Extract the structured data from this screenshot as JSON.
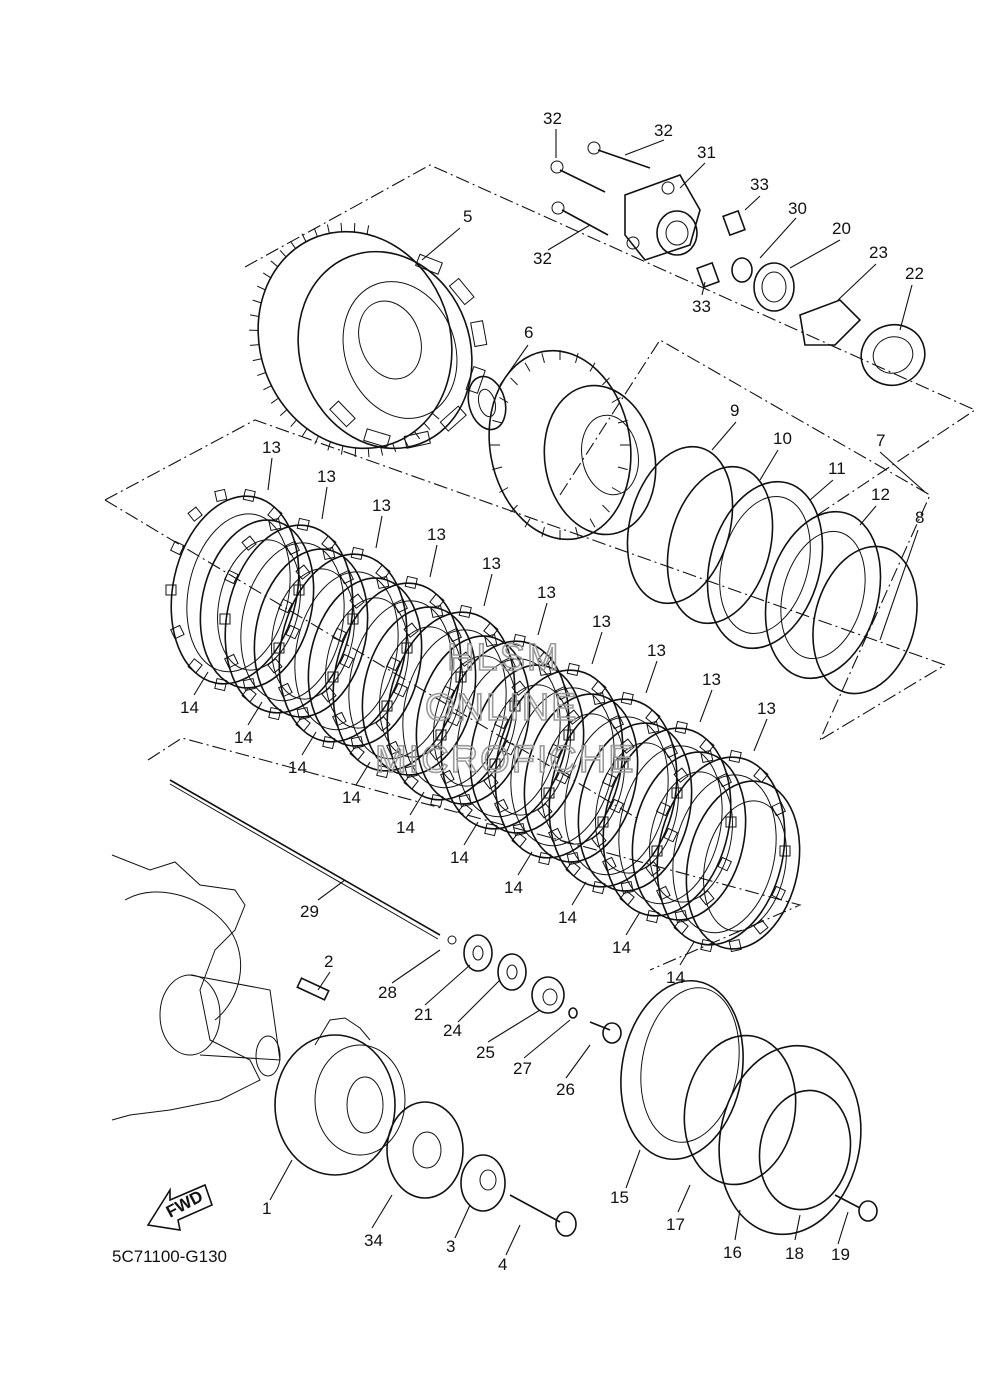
{
  "diagram": {
    "code": "5C71100-G130",
    "watermark": [
      "HLSM",
      "ONLINE",
      "MICROFICHE"
    ],
    "direction_label": "FWD",
    "callouts": {
      "c1": "1",
      "c2": "2",
      "c3": "3",
      "c4": "4",
      "c5": "5",
      "c6": "6",
      "c7": "7",
      "c8": "8",
      "c9": "9",
      "c10": "10",
      "c11": "11",
      "c12": "12",
      "c15": "15",
      "c16": "16",
      "c17": "17",
      "c18": "18",
      "c19": "19",
      "c20": "20",
      "c21": "21",
      "c22": "22",
      "c23": "23",
      "c24": "24",
      "c25": "25",
      "c26": "26",
      "c27": "27",
      "c28": "28",
      "c29": "29",
      "c30": "30",
      "c31": "31",
      "c32a": "32",
      "c32b": "32",
      "c32c": "32",
      "c33a": "33",
      "c33b": "33",
      "c34": "34"
    },
    "plate_13": "13",
    "plate_14": "14"
  }
}
